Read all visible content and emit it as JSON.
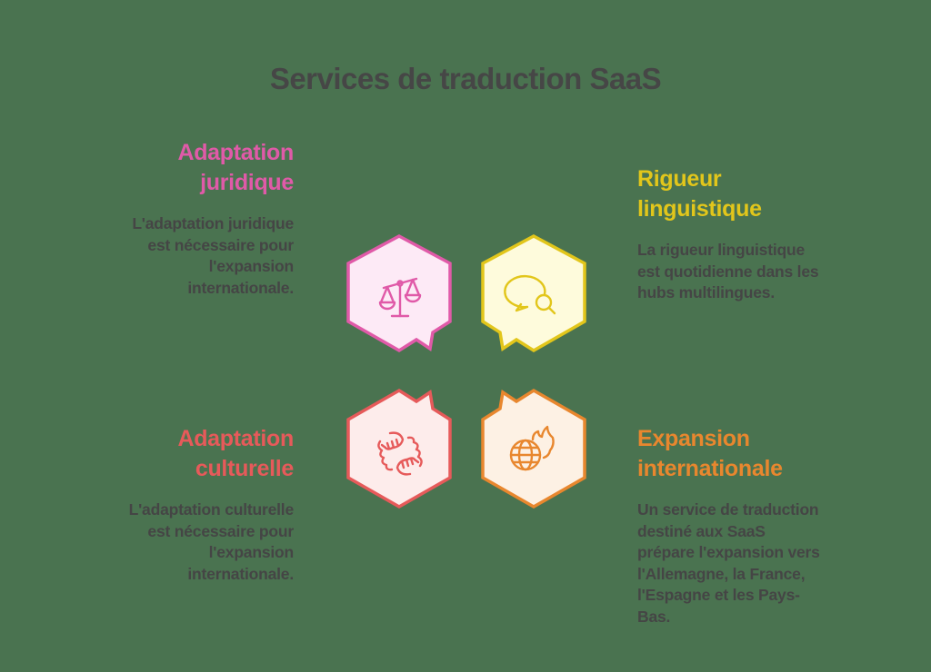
{
  "title": "Services de traduction SaaS",
  "colors": {
    "background": "#4a7350",
    "text": "#454545",
    "pink": "#e05aa8",
    "yellow": "#e2c61b",
    "red": "#e65a5a",
    "orange": "#e8872e"
  },
  "items": [
    {
      "id": "legal",
      "heading_lines": [
        "Adaptation",
        "juridique"
      ],
      "description_lines": [
        "L'adaptation juridique",
        "est nécessaire pour",
        "l'expansion",
        "internationale."
      ],
      "icon": "scales-icon",
      "color": "#e05aa8",
      "fill": "#fdeaf6"
    },
    {
      "id": "linguistic",
      "heading_lines": [
        "Rigueur",
        "linguistique"
      ],
      "description_lines": [
        "La rigueur linguistique",
        "est quotidienne dans les",
        "hubs multilingues."
      ],
      "icon": "speech-bubble-search-icon",
      "color": "#e2c61b",
      "fill": "#fefbdc"
    },
    {
      "id": "cultural",
      "heading_lines": [
        "Adaptation",
        "culturelle"
      ],
      "description_lines": [
        "L'adaptation culturelle",
        "est nécessaire pour",
        "l'expansion",
        "internationale."
      ],
      "icon": "handshake-icon",
      "color": "#e65a5a",
      "fill": "#fdeceb"
    },
    {
      "id": "expansion",
      "heading_lines": [
        "Expansion",
        "internationale"
      ],
      "description_lines": [
        "Un service de traduction",
        "destiné aux SaaS",
        "prépare l'expansion vers",
        "l'Allemagne, la France,",
        "l'Espagne et les Pays-",
        "Bas."
      ],
      "icon": "globe-flame-icon",
      "color": "#e8872e",
      "fill": "#fdf1e4"
    }
  ]
}
